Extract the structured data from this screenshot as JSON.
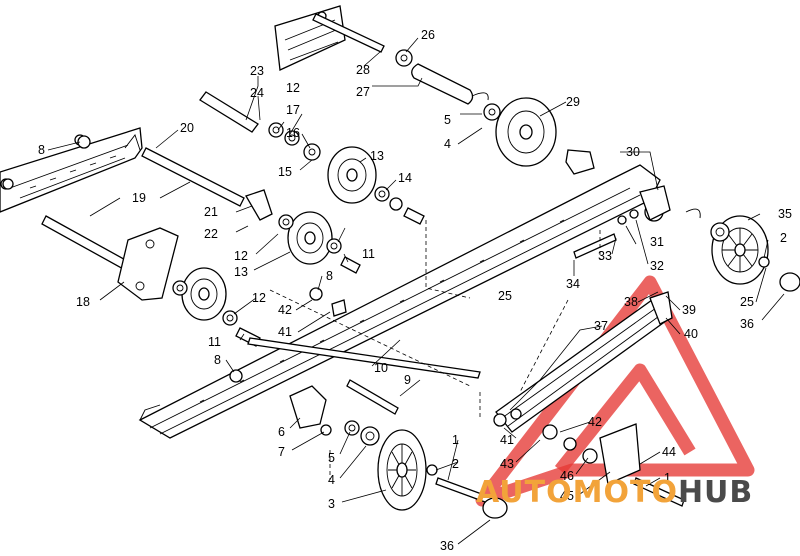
{
  "diagram": {
    "type": "exploded-parts-diagram",
    "callouts": [
      "26",
      "28",
      "23",
      "24",
      "12",
      "17",
      "16",
      "15",
      "27",
      "5",
      "4",
      "29",
      "13",
      "14",
      "30",
      "20",
      "8",
      "19",
      "21",
      "22",
      "12",
      "11",
      "13",
      "33",
      "31",
      "32",
      "35",
      "2",
      "34",
      "8",
      "25",
      "25",
      "36",
      "18",
      "42",
      "12",
      "41",
      "11",
      "10",
      "9",
      "38",
      "39",
      "37",
      "40",
      "8",
      "6",
      "7",
      "5",
      "4",
      "3",
      "1",
      "2",
      "41",
      "42",
      "43",
      "46",
      "45",
      "44",
      "1",
      "36"
    ]
  },
  "watermark": {
    "word_part1": "AUTOMOTO",
    "word_part2": "HUB",
    "color_part1": "#f2a33a",
    "color_part2": "#4a4a4a",
    "triangle_color": "#e53935"
  }
}
